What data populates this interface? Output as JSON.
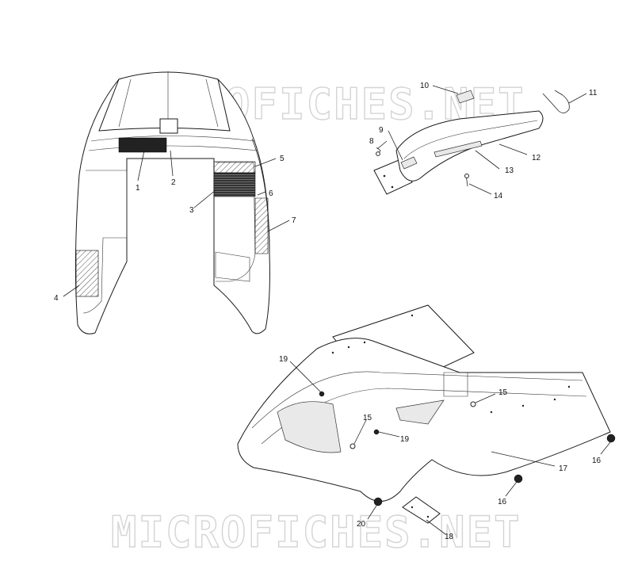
{
  "watermark": {
    "text": "MICROFICHES.NET"
  },
  "callouts": [
    "1",
    "2",
    "3",
    "4",
    "5",
    "6",
    "7",
    "8",
    "9",
    "10",
    "11",
    "12",
    "13",
    "14",
    "15",
    "15",
    "16",
    "16",
    "17",
    "18",
    "19",
    "19",
    "20"
  ]
}
